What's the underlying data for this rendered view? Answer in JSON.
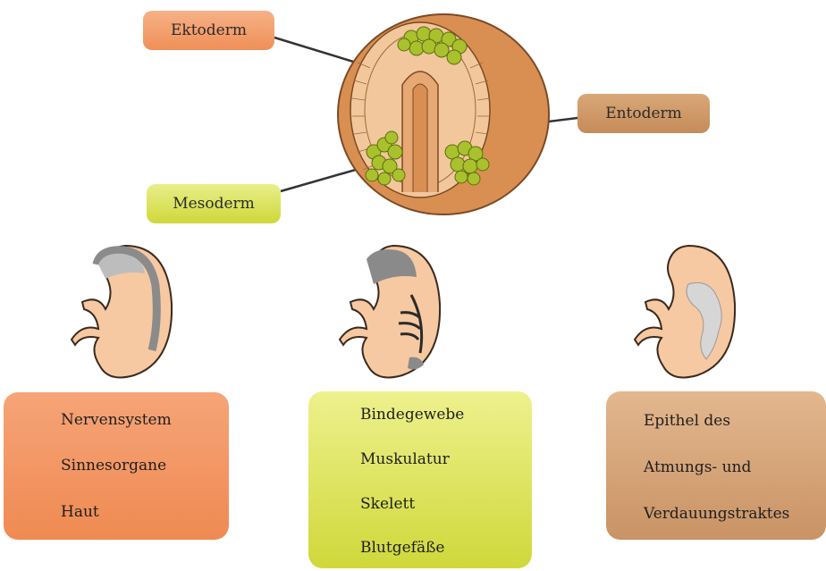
{
  "labels": {
    "ektoderm": "Ektoderm",
    "entoderm": "Entoderm",
    "mesoderm": "Mesoderm"
  },
  "boxes": {
    "ektoderm": [
      "Nervensystem",
      "Sinnesorgane",
      "Haut"
    ],
    "mesoderm": [
      "Bindegewebe",
      "Muskulatur",
      "Skelett",
      "Blutgefäße"
    ],
    "entoderm": [
      "Epithel des",
      "Atmungs- und",
      "Verdauungstraktes"
    ]
  },
  "colors": {
    "ektoderm": "#ef8f58",
    "mesoderm": "#cfd83a",
    "entoderm": "#c68b5a",
    "embryo_skin": "#f6c9a2",
    "mesoderm_cells": "#9fb52a"
  }
}
